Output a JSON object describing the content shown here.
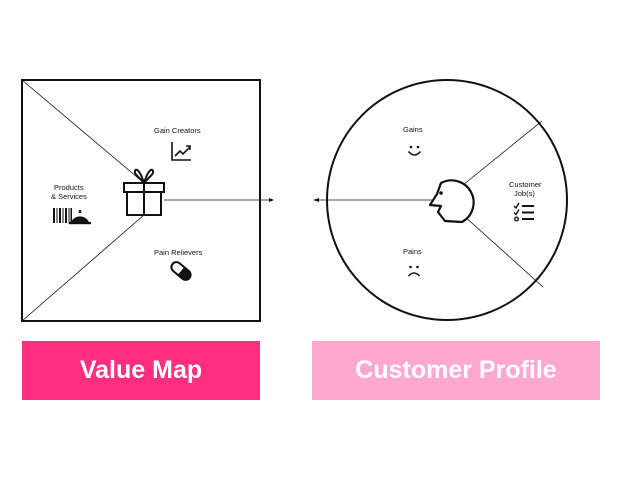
{
  "value_map": {
    "gain_creators": "Gain Creators",
    "products_line1": "Products",
    "products_line2": "& Services",
    "pain_relievers": "Pain Relievers",
    "banner": "Value Map",
    "banner_color": "#ff2e80"
  },
  "customer_profile": {
    "gains": "Gains",
    "customer_jobs_line1": "Customer",
    "customer_jobs_line2": "Job(s)",
    "pains": "Pains",
    "banner": "Customer Profile",
    "banner_color": "#ffa8cf"
  },
  "icons": [
    "gift-icon",
    "barcode-icon",
    "cloche-icon",
    "trend-up-chart-icon",
    "pill-icon",
    "smile-icon",
    "frown-icon",
    "checklist-icon",
    "face-profile-icon"
  ]
}
